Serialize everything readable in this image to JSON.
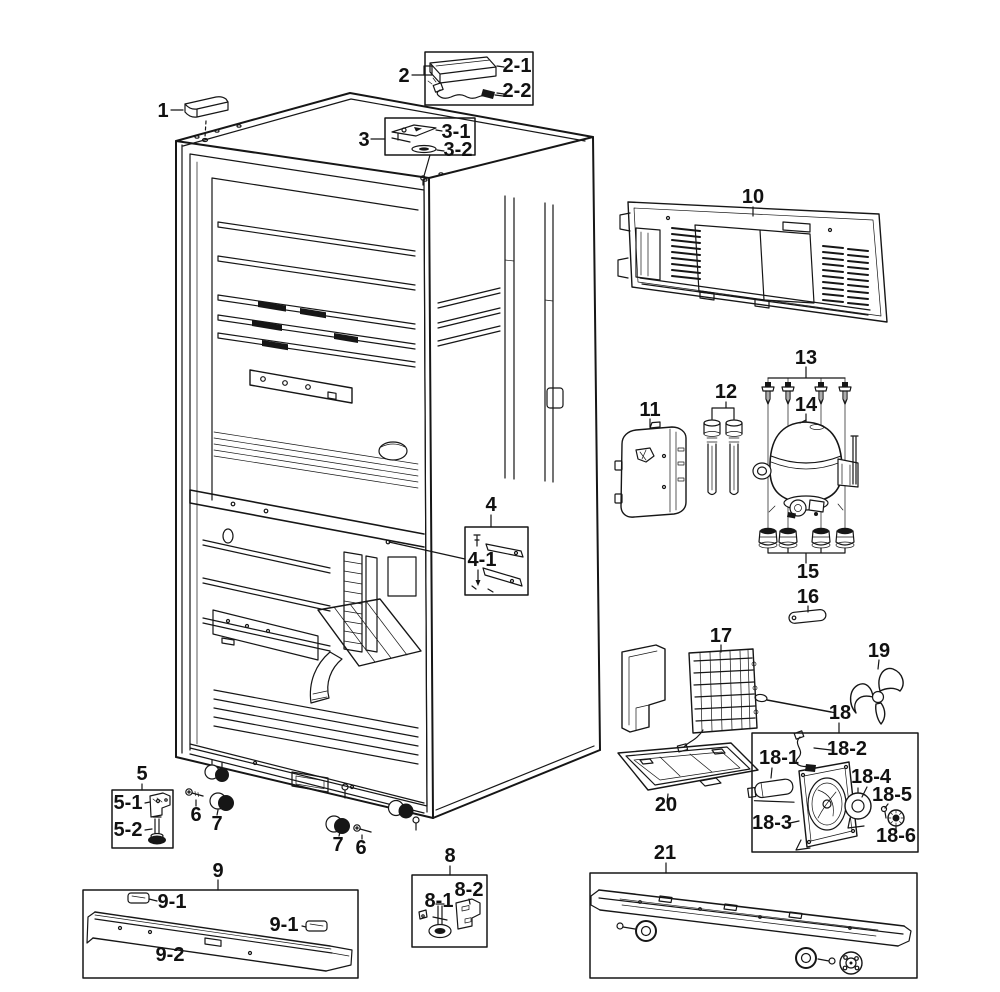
{
  "colors": {
    "ink": "#161616",
    "paper": "#ffffff"
  },
  "callouts": {
    "c1": "1",
    "c2": "2",
    "c2_1": "2-1",
    "c2_2": "2-2",
    "c3": "3",
    "c3_1": "3-1",
    "c3_2": "3-2",
    "c4": "4",
    "c4_1": "4-1",
    "c5": "5",
    "c5_1": "5-1",
    "c5_2": "5-2",
    "c6": "6",
    "c7": "7",
    "c8": "8",
    "c8_1": "8-1",
    "c8_2": "8-2",
    "c9": "9",
    "c9_1": "9-1",
    "c9_2": "9-2",
    "c10": "10",
    "c11": "11",
    "c12": "12",
    "c13": "13",
    "c14": "14",
    "c15": "15",
    "c16": "16",
    "c17": "17",
    "c18": "18",
    "c18_1": "18-1",
    "c18_2": "18-2",
    "c18_3": "18-3",
    "c18_4": "18-4",
    "c18_5": "18-5",
    "c18_6": "18-6",
    "c19": "19",
    "c20": "20",
    "c21": "21"
  }
}
